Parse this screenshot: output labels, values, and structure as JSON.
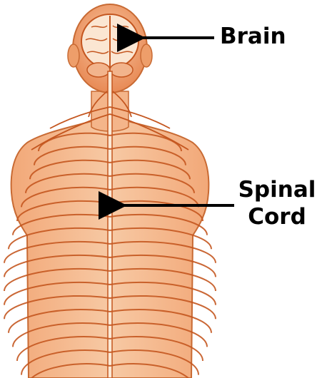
{
  "labels": {
    "brain": "Brain",
    "spinal_cord_line1": "Spinal",
    "spinal_cord_line2": "Cord"
  },
  "colors": {
    "skin_light": "#f7c9a4",
    "skin_mid": "#f0a273",
    "skin_dark": "#e07a45",
    "nerve": "#c4561f",
    "nerve_light": "#fbe9d6",
    "outline": "#b85a22",
    "arrow": "#000000",
    "background": "#ffffff"
  },
  "icons": {
    "figure": "human-nervous-system-illustration",
    "arrow": "arrow-left-icon"
  }
}
